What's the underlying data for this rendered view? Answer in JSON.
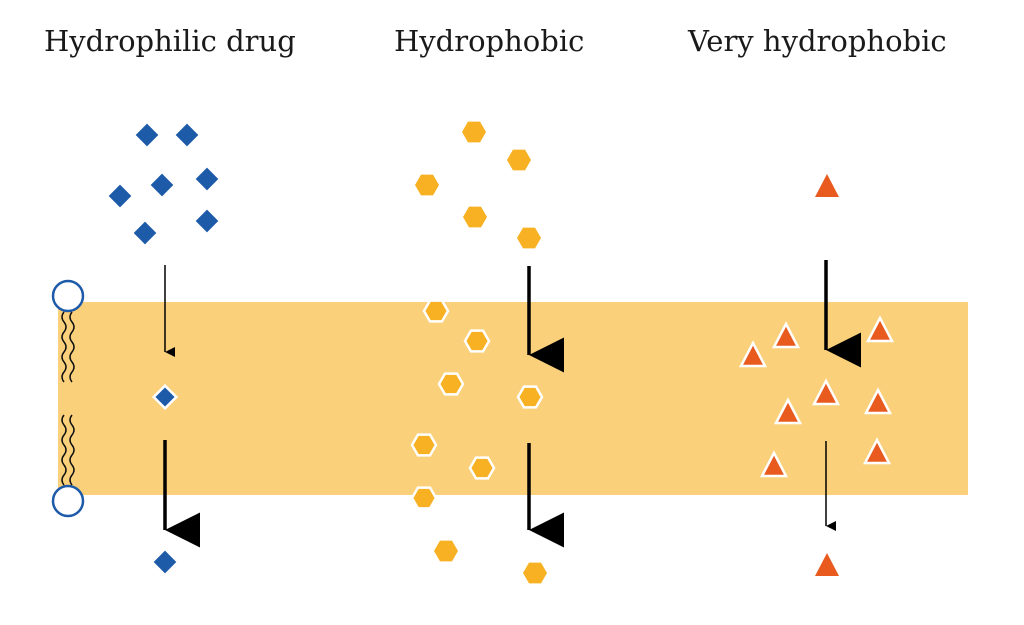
{
  "titles": {
    "hydrophilic": "Hydrophilic drug",
    "hydrophobic": "Hydrophobic",
    "very_hydrophobic": "Very hydrophobic"
  },
  "colors": {
    "membrane": "#fbd07a",
    "hydrophilic_drug": "#1d5aa8",
    "hydrophobic_drug": "#f7b122",
    "very_hydrophobic_drug": "#e95a1f",
    "lipid_head_stroke": "#1d5aa8",
    "arrow": "#000000"
  },
  "icons": {
    "hydrophilic": "diamond",
    "hydrophobic": "hexagon",
    "very_hydrophobic": "triangle",
    "lipid": "phospholipid-bilayer"
  }
}
